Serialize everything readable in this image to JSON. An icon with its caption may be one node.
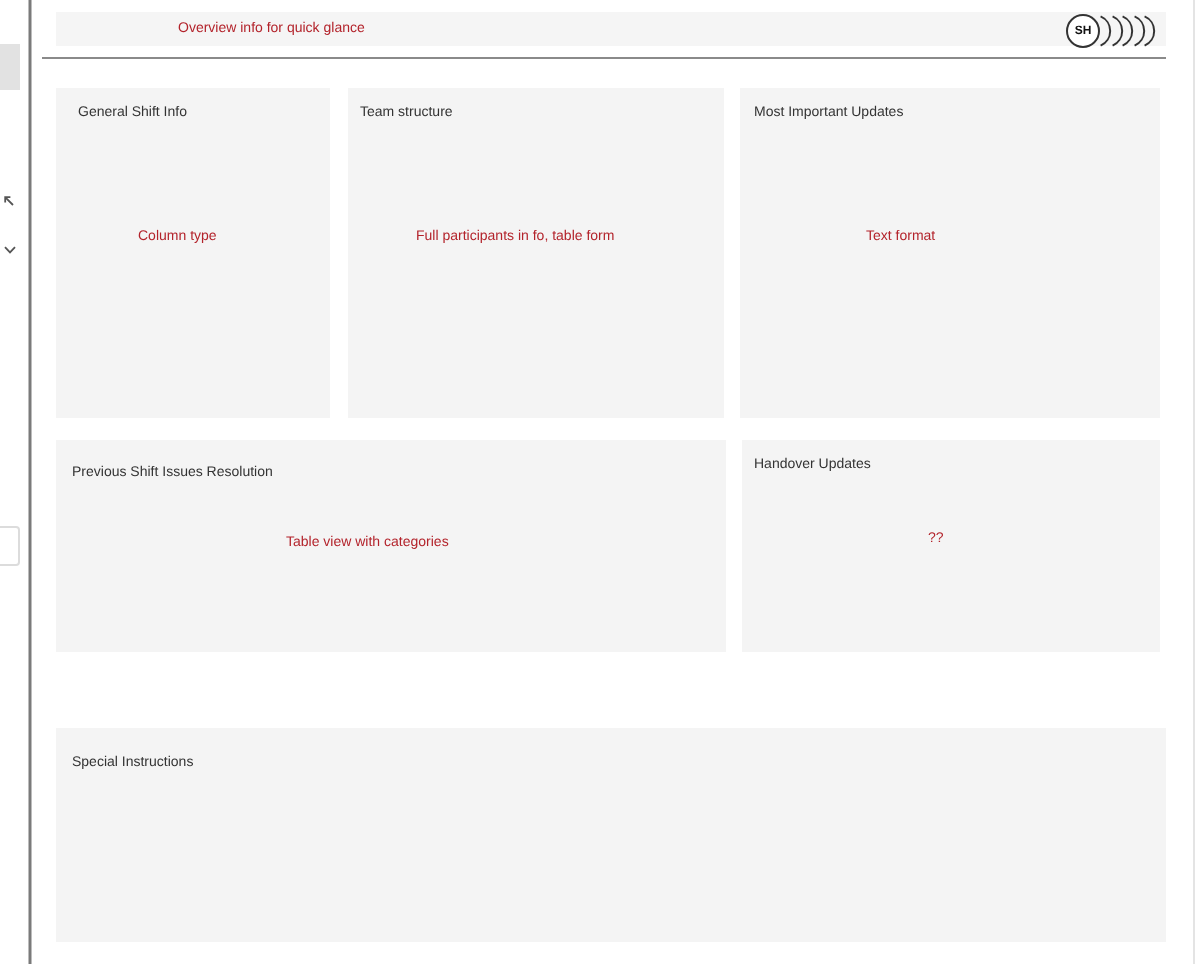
{
  "diagram": {
    "nodes": [
      {
        "text": [
          "Overview info for quick glance"
        ]
      },
      {
        "text": [
          "SH"
        ],
        "in": 0
      },
      {
        "text": [],
        "shape": "circle",
        "in": 0
      },
      {
        "text": [],
        "shape": "circle",
        "in": 0
      },
      {
        "text": [],
        "shape": "circle",
        "in": 0
      },
      {
        "text": [],
        "shape": "circle",
        "in": 0
      },
      {
        "text": [],
        "shape": "circle",
        "in": 0
      },
      {
        "text": [
          "General Shift Info",
          "Column type"
        ]
      },
      {
        "text": [
          "Team structure",
          "Full participants in fo, table form"
        ]
      },
      {
        "text": [
          "Most Important Updates",
          "Text format"
        ]
      },
      {
        "text": [
          "Previous Shift Issues Resolution",
          "Table view with categories"
        ]
      },
      {
        "text": [
          "Handover Updates",
          "??"
        ]
      },
      {
        "text": [
          "Special Instructions"
        ]
      }
    ]
  }
}
